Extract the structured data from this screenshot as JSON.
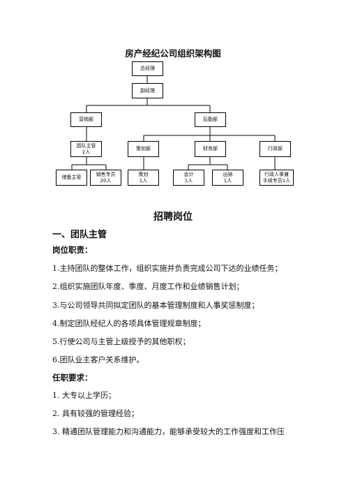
{
  "org_chart": {
    "title": "房产经纪公司组织架构图",
    "gm": "总经理",
    "deputy_gm": "副经理",
    "sales_dept": "营销部",
    "logistics_dept": "后勤部",
    "team_leader": [
      "团队主管",
      "2人"
    ],
    "planning_dept": "策划部",
    "finance_dept": "财务部",
    "admin_dept": "行政部",
    "reserve_supervisor": "储备主管",
    "sales_specialist": [
      "销售专员",
      "20人"
    ],
    "planner": [
      "策划",
      "1人"
    ],
    "accountant": [
      "会计",
      "1人"
    ],
    "cashier": [
      "出纳",
      "1人"
    ],
    "admin_hr": [
      "行政人事兼",
      "手续专员1人"
    ]
  },
  "doc": {
    "section_title": "招聘岗位",
    "heading": "一、团队主管",
    "duties_title": "岗位职责：",
    "duties": [
      "1.主持团队的整体工作，组织实施并负责完成公司下达的业绩任务；",
      "2.组织实施团队年度、季度、月度工作和业绩销售计划；",
      "3.与公司领导共同拟定团队的基本管理制度和人事奖惩制度；",
      "4.制定团队经纪人的各项具体管理规章制度；",
      "5.行使公司与主管上级授予的其他职权；",
      "6.团队业主客户关系维护。"
    ],
    "requirements_title": "任职要求：",
    "requirements": [
      "1. 大专以上学历；",
      "2. 具有较强的管理经验；",
      "3. 精通团队管理能力和沟通能力，能够承受较大的工作强度和工作压"
    ]
  }
}
